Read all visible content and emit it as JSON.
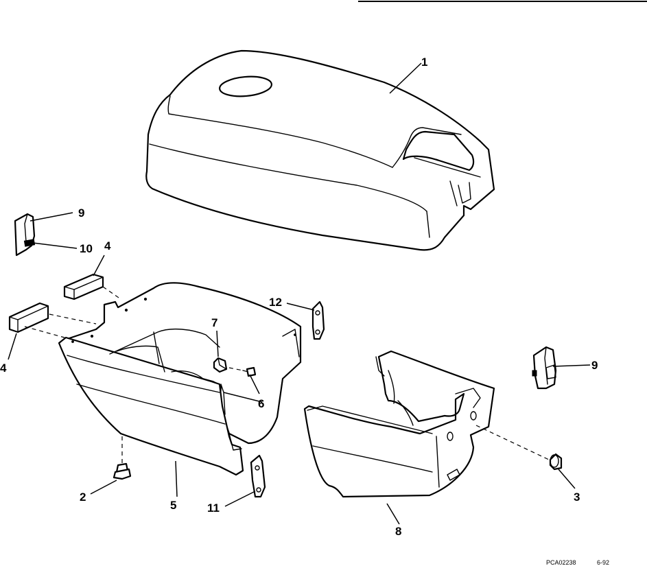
{
  "callouts": {
    "c1": "1",
    "c2": "2",
    "c3": "3",
    "c4a": "4",
    "c4b": "4",
    "c5": "5",
    "c6": "6",
    "c7": "7",
    "c8": "8",
    "c9a": "9",
    "c9b": "9",
    "c10": "10",
    "c11": "11",
    "c12": "12"
  },
  "footer": {
    "code": "PCA02238",
    "date": "6-92"
  }
}
